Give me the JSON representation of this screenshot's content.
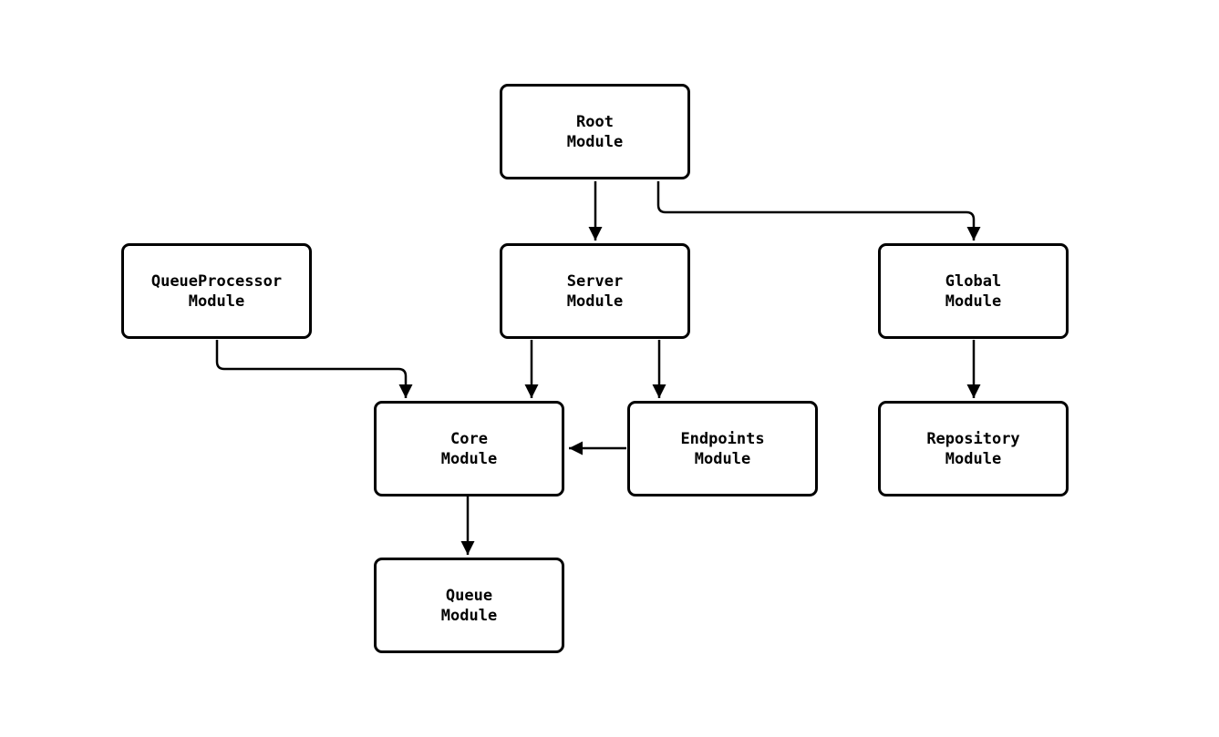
{
  "diagram": {
    "type": "module-dependency-flowchart",
    "background": "#ffffff",
    "colors": {
      "line": "#000000",
      "box_border": "#000000",
      "box_fill": "#ffffff",
      "text": "#000000"
    },
    "nodes": {
      "root": {
        "line1": "Root",
        "line2": "Module"
      },
      "queueprocessor": {
        "line1": "QueueProcessor",
        "line2": "Module"
      },
      "server": {
        "line1": "Server",
        "line2": "Module"
      },
      "global": {
        "line1": "Global",
        "line2": "Module"
      },
      "core": {
        "line1": "Core",
        "line2": "Module"
      },
      "endpoints": {
        "line1": "Endpoints",
        "line2": "Module"
      },
      "repository": {
        "line1": "Repository",
        "line2": "Module"
      },
      "queue": {
        "line1": "Queue",
        "line2": "Module"
      }
    },
    "edges": [
      {
        "from": "Root Module",
        "to": "Server Module"
      },
      {
        "from": "Root Module",
        "to": "Global Module"
      },
      {
        "from": "QueueProcessor Module",
        "to": "Core Module"
      },
      {
        "from": "Server Module",
        "to": "Core Module"
      },
      {
        "from": "Server Module",
        "to": "Endpoints Module"
      },
      {
        "from": "Endpoints Module",
        "to": "Core Module"
      },
      {
        "from": "Global Module",
        "to": "Repository Module"
      },
      {
        "from": "Core Module",
        "to": "Queue Module"
      }
    ]
  }
}
